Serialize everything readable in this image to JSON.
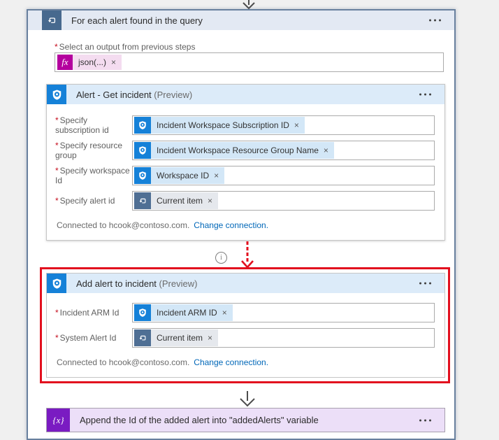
{
  "ui": {
    "required_mark": "*",
    "remove_glyph": "×",
    "fx_glyph": "fx",
    "info_glyph": "i",
    "variable_glyph": "{x}"
  },
  "colors": {
    "sentinel_blue": "#1581d8",
    "control_slate": "#47698e",
    "expression_magenta": "#b4009e",
    "variable_purple": "#7a1bc2",
    "highlight_red": "#e20f1e",
    "link_blue": "#0067b8"
  },
  "foreach_scope": {
    "title": "For each alert found in the query",
    "output_label": "Select an output from previous steps",
    "expression_token": "json(...)"
  },
  "get_incident_card": {
    "title": "Alert - Get incident",
    "preview_suffix": "(Preview)",
    "fields": [
      {
        "label": "Specify subscription id",
        "token": "Incident Workspace Subscription ID"
      },
      {
        "label": "Specify resource group",
        "token": "Incident Workspace Resource Group Name"
      },
      {
        "label": "Specify workspace Id",
        "token": "Workspace ID"
      },
      {
        "label": "Specify alert id",
        "token": "Current item"
      }
    ],
    "connected_text": "Connected to hcook@contoso.com.",
    "change_connection_link": "Change connection."
  },
  "add_alert_card": {
    "title": "Add alert to incident",
    "preview_suffix": "(Preview)",
    "fields": [
      {
        "label": "Incident ARM Id",
        "token": "Incident ARM ID"
      },
      {
        "label": "System Alert Id",
        "token": "Current item"
      }
    ],
    "connected_text": "Connected to hcook@contoso.com.",
    "change_connection_link": "Change connection."
  },
  "append_action": {
    "title": "Append the Id of the added alert into \"addedAlerts\" variable"
  }
}
